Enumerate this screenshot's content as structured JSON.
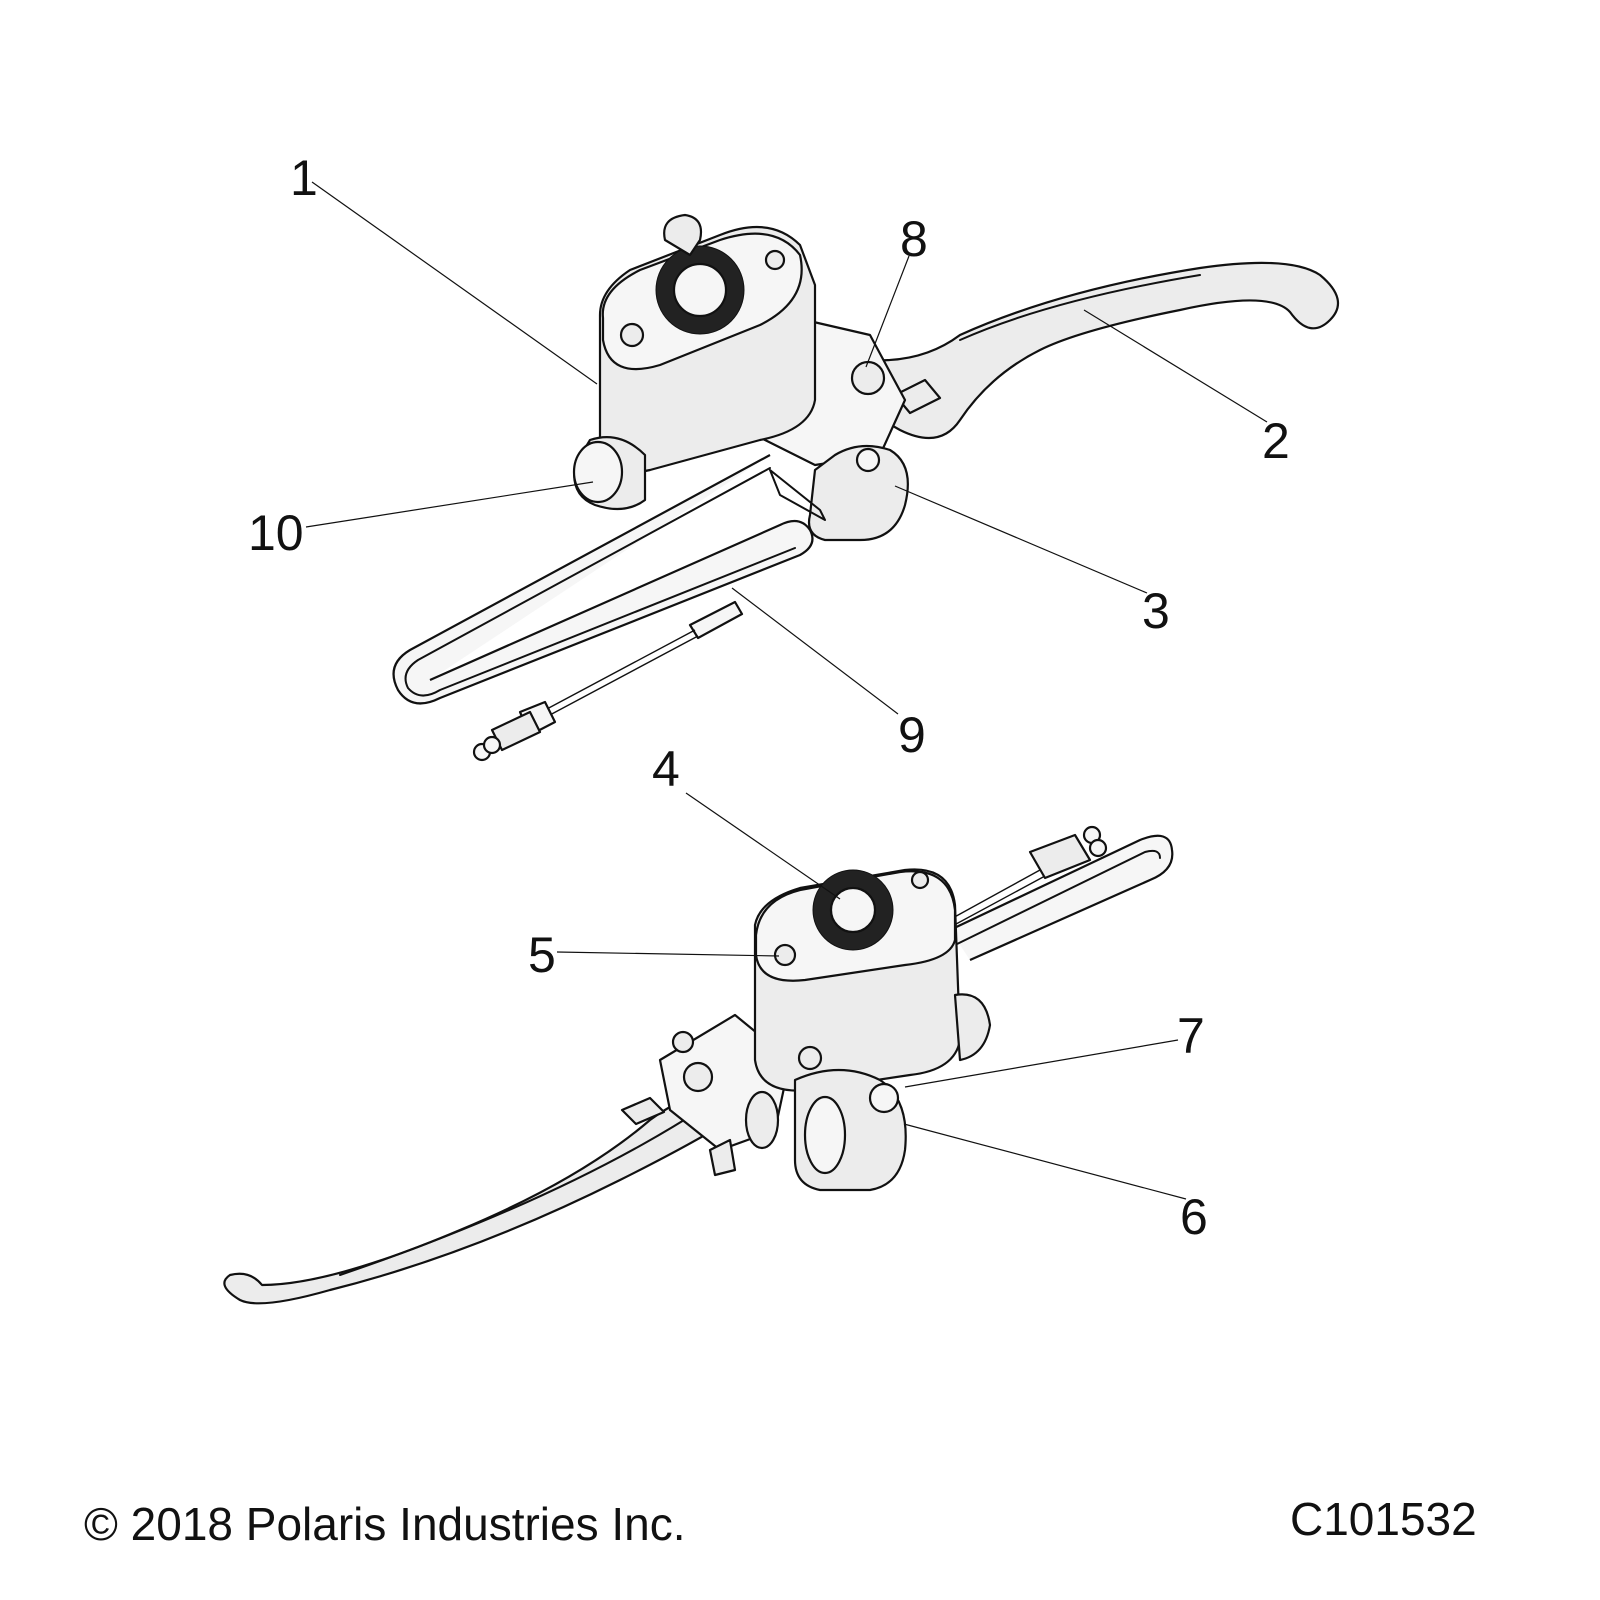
{
  "callouts": [
    {
      "number": "1"
    },
    {
      "number": "2"
    },
    {
      "number": "3"
    },
    {
      "number": "4"
    },
    {
      "number": "5"
    },
    {
      "number": "6"
    },
    {
      "number": "7"
    },
    {
      "number": "8"
    },
    {
      "number": "9"
    },
    {
      "number": "10"
    }
  ],
  "footer": {
    "copyright": "© 2018 Polaris Industries Inc.",
    "figure_code": "C101532"
  }
}
